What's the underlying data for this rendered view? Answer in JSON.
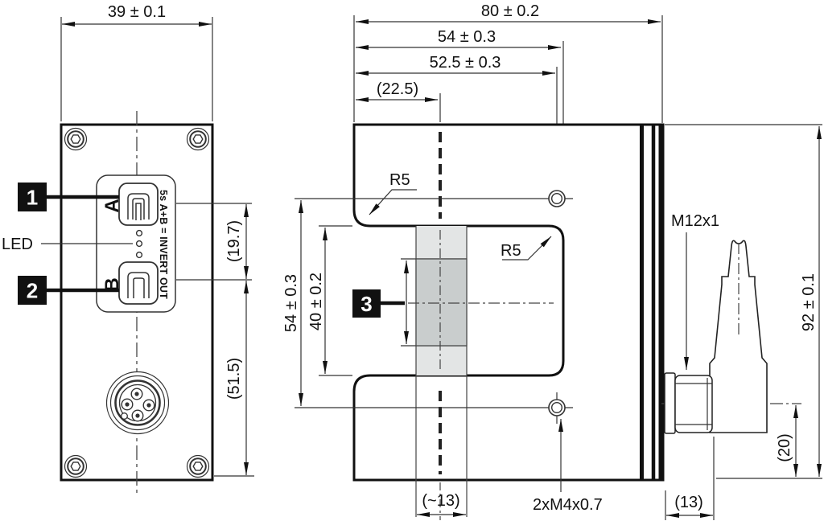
{
  "drawing": {
    "type": "technical-dimension-drawing",
    "line_color": "#111111",
    "strip_light_color": "#e3e5e5",
    "strip_dark_color": "#c9cdcd"
  },
  "left_view": {
    "width_dim": "39 ± 0.1",
    "button_spacing_dim": "(19.7)",
    "connector_section_dim": "(51.5)",
    "callout_1": "1",
    "callout_2": "2",
    "led_label": "LED",
    "button_a_label": "A",
    "button_b_label": "B",
    "panel_text": "5s A+B = INVERT OUT"
  },
  "right_view": {
    "total_width_dim": "80 ± 0.2",
    "slot_depth_dim": "54 ± 0.3",
    "hole_offset_dim": "52.5 ± 0.3",
    "strip_center_dim": "(22.5)",
    "radius_outer_label": "R5",
    "radius_inner_label": "R5",
    "hole_spacing_dim": "54 ± 0.3",
    "slot_height_dim": "40 ± 0.2",
    "callout_3": "3",
    "connector_thread_label": "M12x1",
    "height_dim": "92 ± 0.1",
    "connector_axis_dim": "(20)",
    "connector_length_dim": "(13)",
    "mounting_thread_label": "2xM4x0.7",
    "strip_width_dim": "(~13)"
  }
}
